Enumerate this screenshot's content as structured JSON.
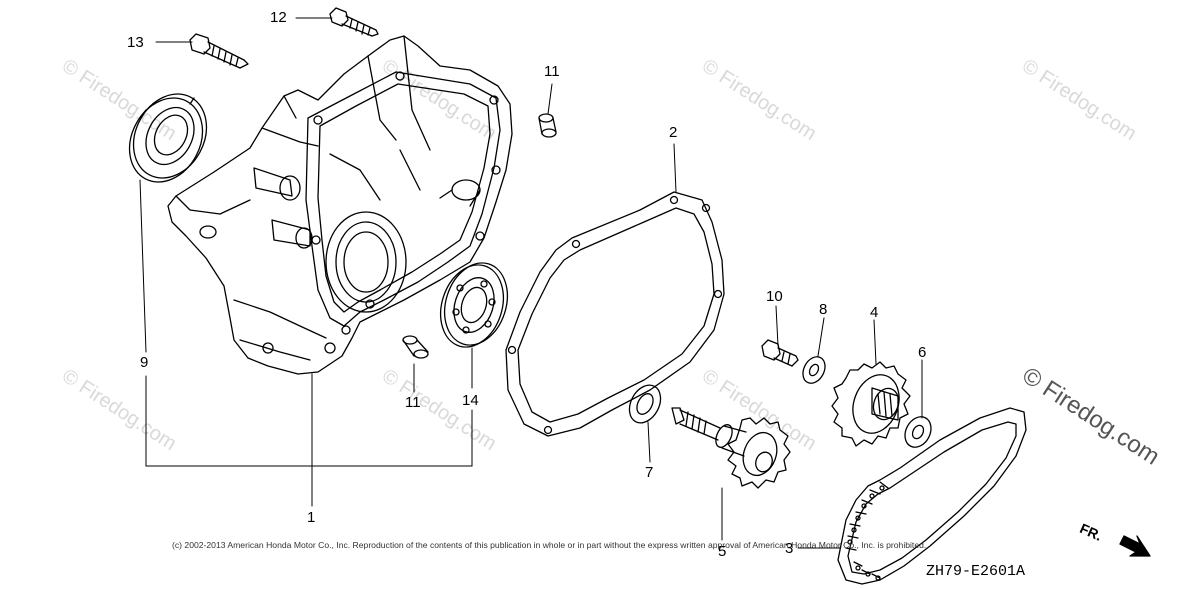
{
  "watermark_text": "© Firedog.com",
  "callouts": [
    {
      "id": "1",
      "label": "1"
    },
    {
      "id": "2",
      "label": "2"
    },
    {
      "id": "3",
      "label": "3"
    },
    {
      "id": "4",
      "label": "4"
    },
    {
      "id": "5",
      "label": "5"
    },
    {
      "id": "6",
      "label": "6"
    },
    {
      "id": "7",
      "label": "7"
    },
    {
      "id": "8",
      "label": "8"
    },
    {
      "id": "9",
      "label": "9"
    },
    {
      "id": "10",
      "label": "10"
    },
    {
      "id": "11a",
      "label": "11"
    },
    {
      "id": "11b",
      "label": "11"
    },
    {
      "id": "12",
      "label": "12"
    },
    {
      "id": "13",
      "label": "13"
    },
    {
      "id": "14",
      "label": "14"
    }
  ],
  "copyright": "(c) 2002-2013 American Honda Motor Co., Inc. Reproduction of the contents of this publication in whole or in part without the express written approval of American Honda Motor Co., Inc. is prohibited.",
  "figure_code": "ZH79-E2601A",
  "direction_label": "FR."
}
